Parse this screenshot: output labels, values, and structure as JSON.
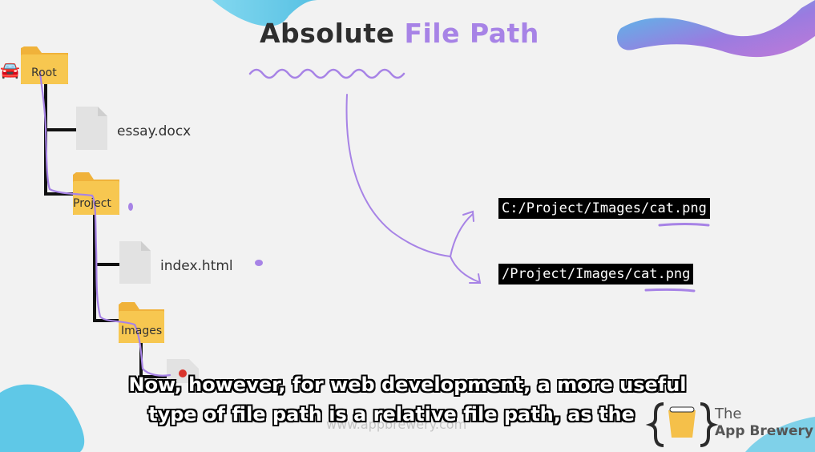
{
  "title": {
    "part1": "Absolute",
    "part2": "File Path"
  },
  "tree": {
    "root_label": "Root",
    "essay_label": "essay.docx",
    "project_label": "Project",
    "index_label": "index.html",
    "images_label": "Images"
  },
  "paths": {
    "windows": "C:/Project/Images/cat.png",
    "unix": "/Project/Images/cat.png"
  },
  "subtitle": {
    "line1": "Now, however, for web development, a more useful",
    "line2": "type of file path is a relative file path, as the"
  },
  "watermark": "www.appbrewery.com",
  "brand": {
    "line1": "The",
    "line2": "App Brewery"
  },
  "colors": {
    "accent": "#a783e6",
    "folder": "#f5c04a",
    "blue_blob": "#4fc3e6",
    "pen": "#a783e6"
  }
}
